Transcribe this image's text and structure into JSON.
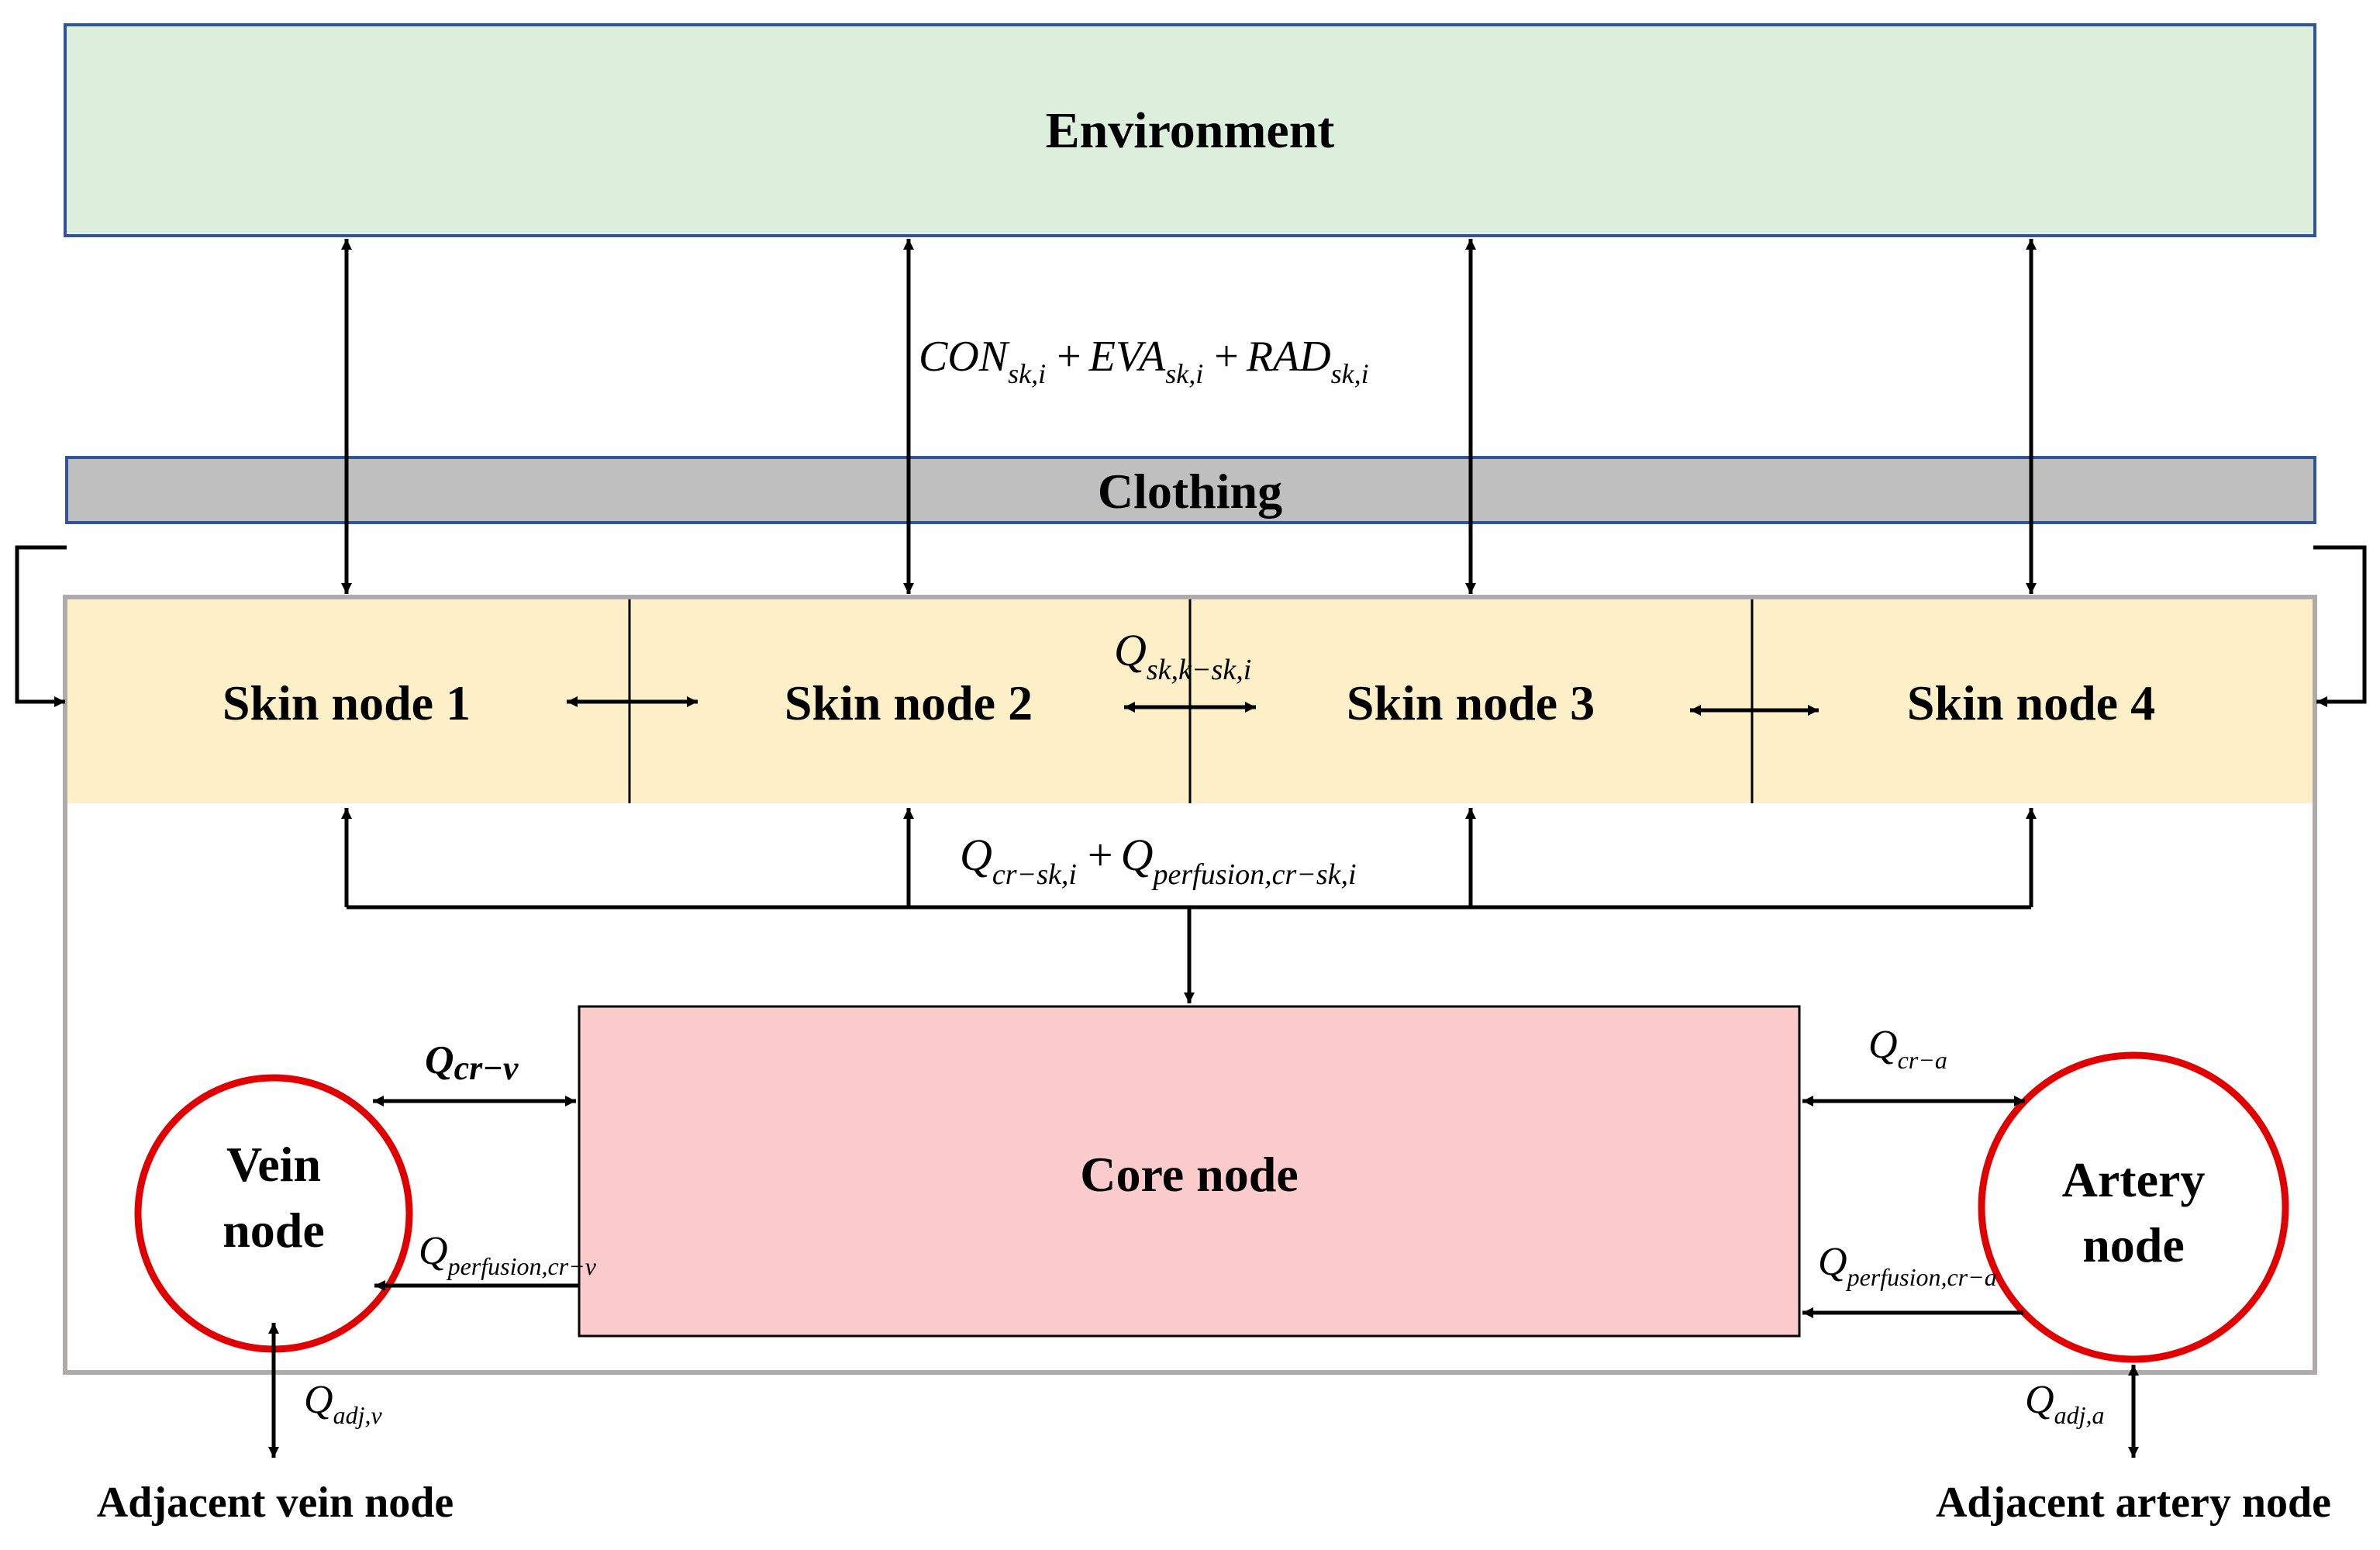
{
  "colors": {
    "environment_fill": "#dcefdc",
    "environment_stroke": "#2f5597",
    "clothing_fill": "#bfbfbf",
    "clothing_stroke": "#2f5597",
    "skin_fill": "#fdf0c8",
    "body_stroke": "#afabab",
    "core_fill": "#fccbcb",
    "vessel_stroke": "#e00000",
    "line": "#000000"
  },
  "nodes": {
    "environment": "Environment",
    "clothing": "Clothing",
    "skin": [
      "Skin node 1",
      "Skin node 2",
      "Skin node 3",
      "Skin node 4"
    ],
    "core": "Core node",
    "vein": [
      "Vein",
      "node"
    ],
    "artery": [
      "Artery",
      "node"
    ],
    "adjacent_vein": "Adjacent vein node",
    "adjacent_artery": "Adjacent artery node"
  },
  "equations": {
    "env_exchange": {
      "terms": [
        {
          "base": "CON",
          "sub": "sk,i"
        },
        {
          "base": "EVA",
          "sub": "sk,i"
        },
        {
          "base": "RAD",
          "sub": "sk,i"
        }
      ],
      "operator": "+"
    },
    "skin_conduction": {
      "base": "Q",
      "sub": "sk,k−sk,i"
    },
    "core_skin": {
      "terms": [
        {
          "base": "Q",
          "sub": "cr−sk,i"
        },
        {
          "base": "Q",
          "sub": "perfusion,cr−sk,i"
        }
      ],
      "operator": "+"
    },
    "core_vein": {
      "base": "Q",
      "sub": "cr−v"
    },
    "perfusion_vein": {
      "base": "Q",
      "sub": "perfusion,cr−v"
    },
    "core_artery": {
      "base": "Q",
      "sub": "cr−a"
    },
    "perfusion_artery": {
      "base": "Q",
      "sub": "perfusion,cr−a"
    },
    "adj_vein": {
      "base": "Q",
      "sub": "adj,v"
    },
    "adj_artery": {
      "base": "Q",
      "sub": "adj,a"
    }
  }
}
